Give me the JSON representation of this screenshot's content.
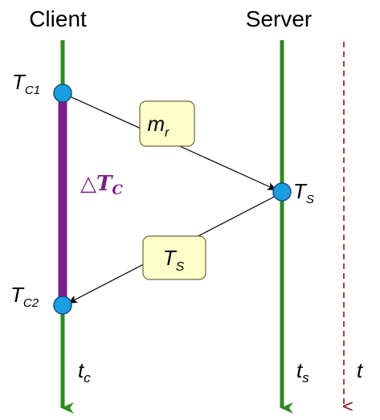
{
  "lanes": {
    "client": "Client",
    "server": "Server"
  },
  "client_events": {
    "tc1": {
      "base": "T",
      "sub": "C1"
    },
    "tc2": {
      "base": "T",
      "sub": "C2"
    }
  },
  "server_event": {
    "base": "T",
    "sub": "S"
  },
  "messages": {
    "request": {
      "base": "m",
      "sub": "r"
    },
    "response": {
      "base": "T",
      "sub": "S"
    }
  },
  "interval": {
    "symbol": "△",
    "base": "T",
    "sub": "C"
  },
  "time_axes": {
    "client": {
      "base": "t",
      "sub": "c"
    },
    "server": {
      "base": "t",
      "sub": "s"
    },
    "reference": "t"
  },
  "colors": {
    "timeline": "#2e8b1f",
    "interval_bar": "#7b1e8c",
    "event_dot": "#1a9ee0",
    "event_dot_border": "#0b4f8a",
    "message_box_fill": "#ffffcc",
    "reference_line": "#8b0000",
    "interval_text": "#7b1e8c"
  }
}
